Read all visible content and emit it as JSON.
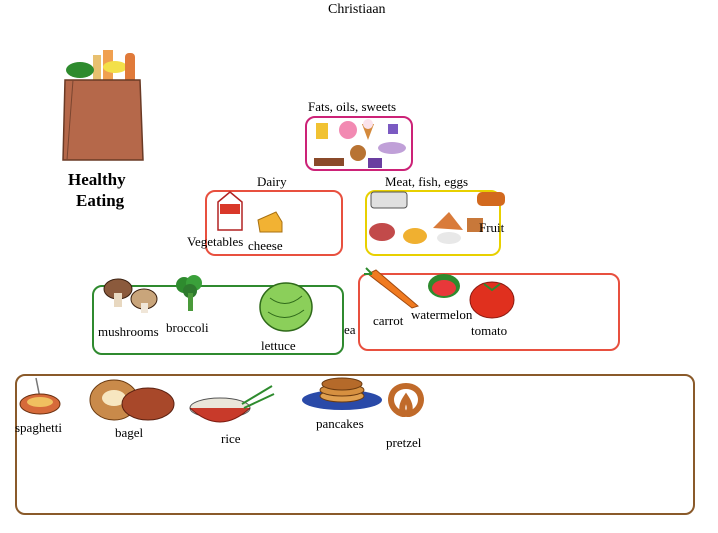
{
  "header": {
    "name": "Christiaan"
  },
  "title": {
    "line1": "Healthy",
    "line2": "Eating"
  },
  "sections": {
    "fats": {
      "label": "Fats, oils, sweets",
      "color": "#cc2277"
    },
    "dairy": {
      "label": "Dairy",
      "color": "#e8503f",
      "items": [
        "cheese"
      ]
    },
    "meat": {
      "label": "Meat, fish, eggs",
      "color": "#e8d000",
      "items": [
        "Fruit"
      ]
    },
    "vegetables": {
      "label": "Vegetables",
      "color": "#2f8a2f",
      "items": [
        "mushrooms",
        "broccoli",
        "lettuce"
      ]
    },
    "fruit": {
      "label": "ea",
      "color": "#e8503f",
      "items": [
        "carrot",
        "watermelon",
        "tomato"
      ]
    },
    "grains": {
      "color": "#8a5a2a",
      "items": [
        "spaghetti",
        "bagel",
        "rice",
        "pancakes",
        "pretzel"
      ]
    }
  }
}
